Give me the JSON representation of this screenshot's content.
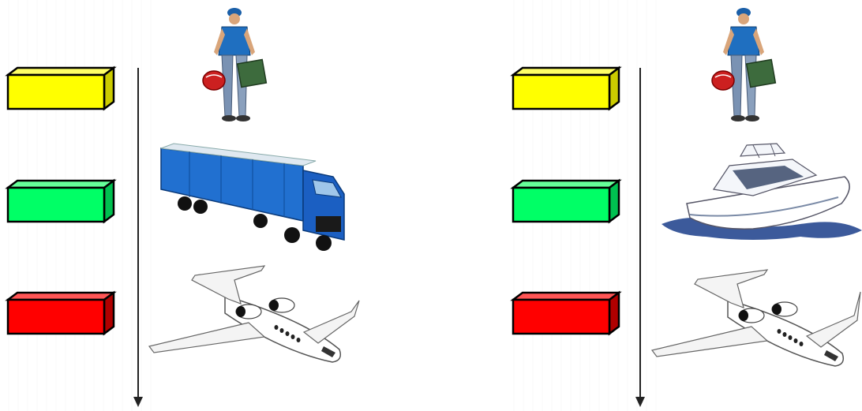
{
  "diagram": {
    "panels": [
      {
        "id": "left",
        "layers": [
          {
            "color_name": "yellow",
            "color": "#ffff00",
            "icon": "delivery-man-icon"
          },
          {
            "color_name": "green",
            "color": "#00ff66",
            "icon": "truck-icon"
          },
          {
            "color_name": "red",
            "color": "#ff0000",
            "icon": "airplane-icon"
          }
        ]
      },
      {
        "id": "right",
        "layers": [
          {
            "color_name": "yellow",
            "color": "#ffff00",
            "icon": "delivery-man-icon"
          },
          {
            "color_name": "green",
            "color": "#00ff66",
            "icon": "boat-icon"
          },
          {
            "color_name": "red",
            "color": "#ff0000",
            "icon": "airplane-icon"
          }
        ]
      }
    ],
    "arrow_direction": "down"
  }
}
